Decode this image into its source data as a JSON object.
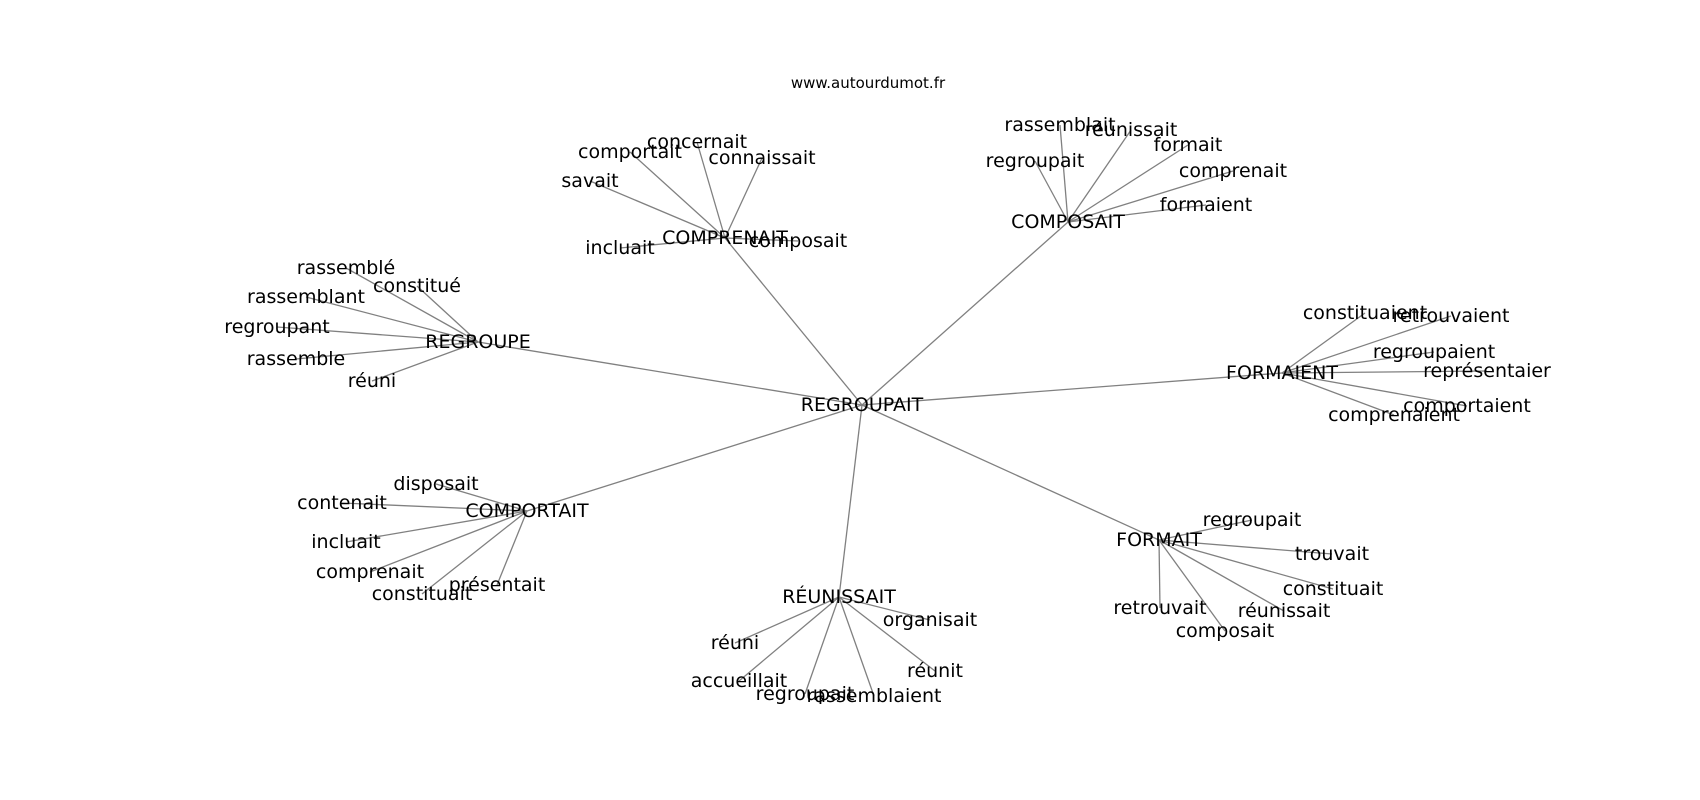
{
  "header": {
    "source": "www.autourdumot.fr"
  },
  "graph": {
    "center": "REGROUPAIT",
    "groups": [
      {
        "hub": "COMPRENAIT",
        "words": [
          "savait",
          "comportait",
          "concernait",
          "connaissait",
          "incluait",
          "composait"
        ]
      },
      {
        "hub": "COMPOSAIT",
        "words": [
          "rassemblait",
          "réunissait",
          "formait",
          "regroupait",
          "comprenait",
          "formaient"
        ]
      },
      {
        "hub": "REGROUPE",
        "words": [
          "rassemblé",
          "constitué",
          "rassemblant",
          "regroupant",
          "rassemble",
          "réuni"
        ]
      },
      {
        "hub": "FORMAIENT",
        "words": [
          "constituaient",
          "retrouvaient",
          "regroupaient",
          "représentaier",
          "comportaient",
          "comprenaient"
        ]
      },
      {
        "hub": "COMPORTAIT",
        "words": [
          "disposait",
          "contenait",
          "incluait",
          "comprenait",
          "constituait",
          "présentait"
        ]
      },
      {
        "hub": "FORMAIT",
        "words": [
          "regroupait",
          "trouvait",
          "constituait",
          "réunissait",
          "retrouvait",
          "composait"
        ]
      },
      {
        "hub": "RÉUNISSAIT",
        "words": [
          "organisait",
          "réuni",
          "réunit",
          "accueillait",
          "regroupait",
          "rassemblaient"
        ]
      }
    ]
  }
}
